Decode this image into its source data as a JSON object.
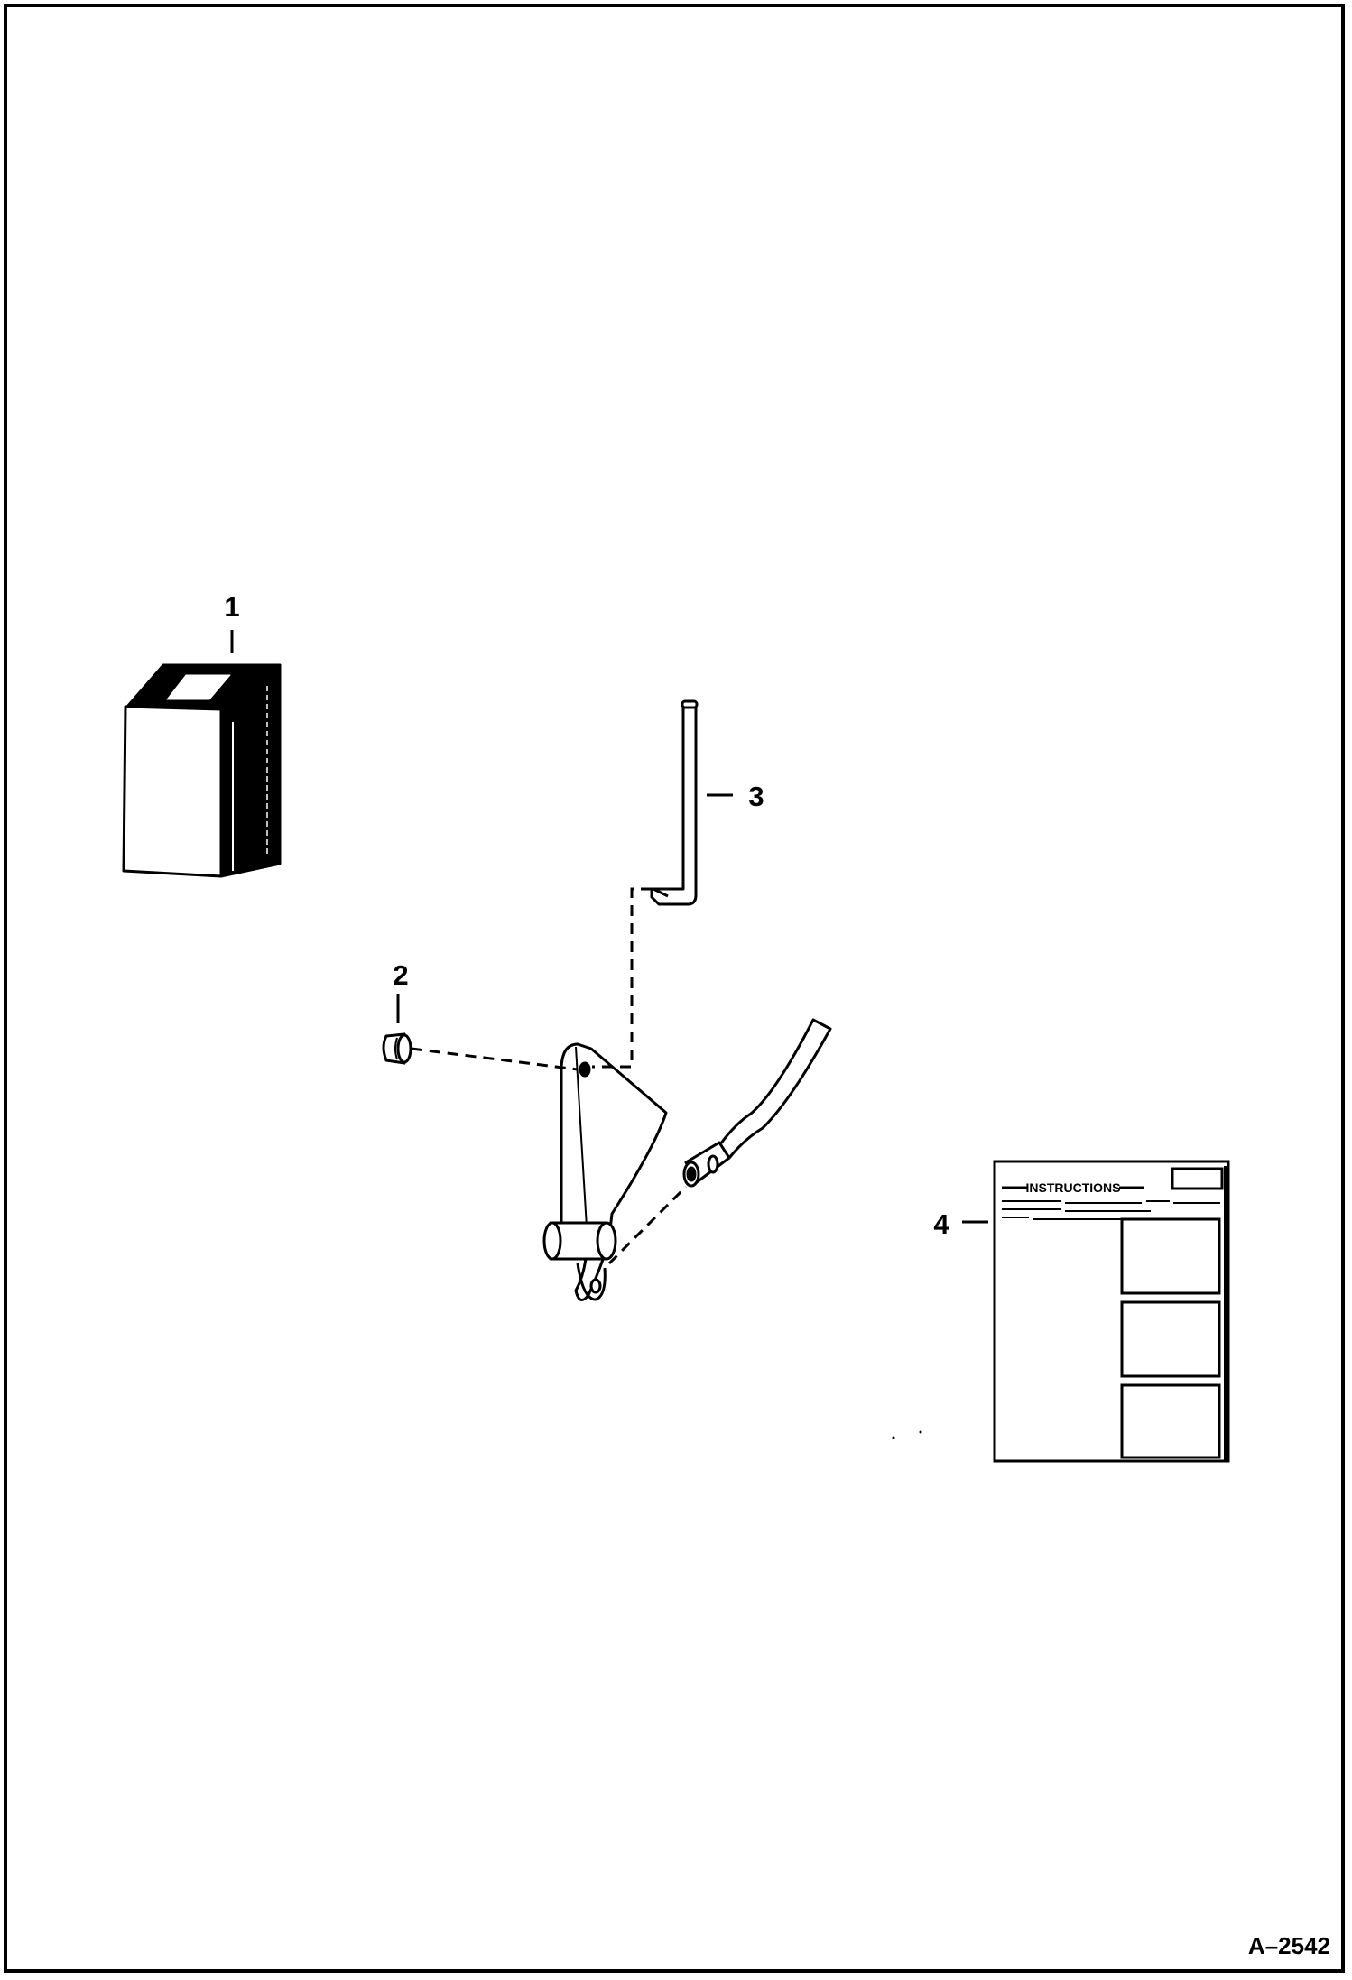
{
  "figure_id": "A–2542",
  "callouts": {
    "c1": "1",
    "c2": "2",
    "c3": "3",
    "c4": "4"
  },
  "instruction_sheet": {
    "title": "INSTRUCTIONS"
  },
  "colors": {
    "line": "#000000",
    "background": "#ffffff"
  }
}
